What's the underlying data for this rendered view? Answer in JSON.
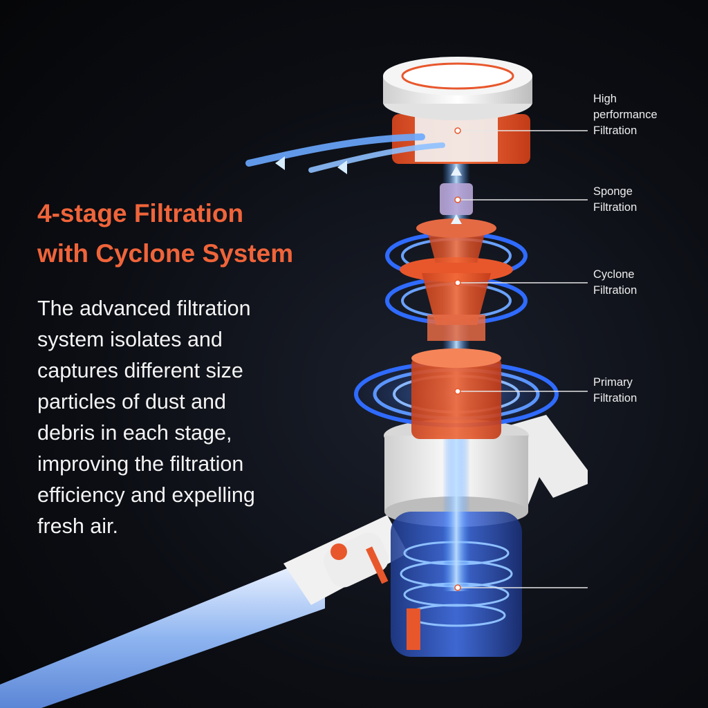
{
  "headline": {
    "line1": "4-stage Filtration",
    "line2": "with Cyclone System"
  },
  "body_text": {
    "lines": [
      "The advanced filtration",
      "system isolates and",
      "captures different size",
      "particles of dust and",
      "debris in each stage,",
      "improving the filtration",
      "efficiency and expelling",
      "fresh air."
    ]
  },
  "callouts": [
    {
      "lines": [
        "High",
        "performance",
        "Filtration"
      ]
    },
    {
      "lines": [
        "Sponge",
        "Filtration"
      ]
    },
    {
      "lines": [
        "Cyclone",
        "Filtration"
      ]
    },
    {
      "lines": [
        "Primary",
        "Filtration"
      ]
    }
  ],
  "colors": {
    "accent": "#f0643a",
    "filter_orange": "#e8572c",
    "airflow_blue": "#3a8cff",
    "body_white": "#e9e9e9",
    "background": "#0c0e14"
  },
  "icons": [
    "airflow-arrow-icon",
    "callout-dot-icon"
  ]
}
